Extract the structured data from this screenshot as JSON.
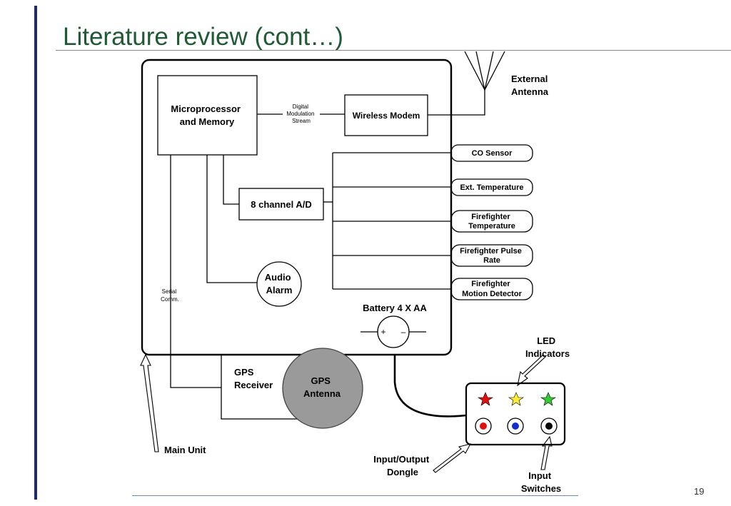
{
  "slide": {
    "title": "Literature review (cont…)",
    "page_number": "19"
  },
  "diagram": {
    "microprocessor": [
      "Microprocessor",
      "and  Memory"
    ],
    "stream": [
      "Digital",
      "Modulation",
      "Stream"
    ],
    "modem": "Wireless Modem",
    "antenna": [
      "External",
      "Antenna"
    ],
    "adc": "8 channel A/D",
    "alarm": [
      "Audio",
      "Alarm"
    ],
    "serial": [
      "Serial",
      "Comm."
    ],
    "battery": "Battery 4 X AA",
    "battery_plus": "+",
    "battery_minus": "–",
    "sensors": [
      [
        "CO Sensor"
      ],
      [
        "Ext. Temperature"
      ],
      [
        "Firefighter",
        "Temperature"
      ],
      [
        "Firefighter Pulse",
        "Rate"
      ],
      [
        "Firefighter",
        "Motion  Detector"
      ]
    ],
    "gps_receiver": [
      "GPS",
      "Receiver"
    ],
    "gps_antenna": [
      "GPS",
      "Antenna"
    ],
    "main_unit": "Main  Unit",
    "led": [
      "LED",
      "Indicators"
    ],
    "dongle": [
      "Input/Output",
      "Dongle"
    ],
    "switches": [
      "Input",
      "Switches"
    ],
    "colors": {
      "star_red": "#e01010",
      "star_yellow": "#ffee33",
      "star_green": "#33cc33",
      "dot_red": "#e01010",
      "dot_blue": "#1030d0",
      "dot_black": "#000000",
      "gps_antenna_fill": "#9a9a9a"
    }
  }
}
